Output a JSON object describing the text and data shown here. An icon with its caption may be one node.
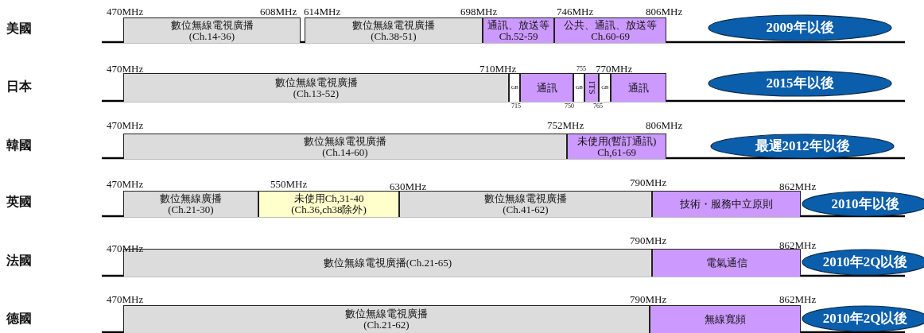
{
  "diagram": {
    "nodes": [
      {
        "text": [
          "數位無線電視廣播",
          "(Ch.14-36)"
        ]
      },
      {
        "text": [
          "數位無線電視廣播",
          "(Ch.38-51)"
        ]
      },
      {
        "text": [
          "通訊、放送等",
          "Ch.52-59"
        ]
      },
      {
        "text": [
          "公共、通訊、放送等",
          "Ch.60-69"
        ]
      },
      {
        "text": [
          "2009年以後"
        ]
      },
      {
        "text": [
          "數位無線電視廣播",
          "(Ch.13-52)"
        ]
      },
      {
        "text": [
          "GB"
        ]
      },
      {
        "text": [
          "通訊"
        ]
      },
      {
        "text": [
          "GB"
        ]
      },
      {
        "text": [
          "ITS"
        ]
      },
      {
        "text": [
          "GB"
        ]
      },
      {
        "text": [
          "通訊"
        ]
      },
      {
        "text": [
          "2015年以後"
        ]
      },
      {
        "text": [
          "數位無線電視廣播",
          "(Ch.14-60)"
        ]
      },
      {
        "text": [
          "未使用(暫訂通訊)",
          "Ch,61-69"
        ]
      },
      {
        "text": [
          "最遲2012年以後"
        ]
      },
      {
        "text": [
          "數位無線廣播",
          "(Ch.21-30)"
        ]
      },
      {
        "text": [
          "未使用Ch,31-40",
          "(Ch.36,ch38除外)"
        ]
      },
      {
        "text": [
          "數位無線電視廣播",
          "(Ch.41-62)"
        ]
      },
      {
        "text": [
          "技術・服務中立原則"
        ]
      },
      {
        "text": [
          "2010年以後"
        ]
      },
      {
        "text": [
          "數位無線電視廣播(Ch.21-65)"
        ]
      },
      {
        "text": [
          "電氣通信"
        ]
      },
      {
        "text": [
          "2010年2Q以後"
        ]
      },
      {
        "text": [
          "數位無線電視廣播",
          "(Ch.21-62)"
        ]
      },
      {
        "text": [
          "無線寬頻"
        ]
      },
      {
        "text": [
          "2010年2Q以後"
        ]
      }
    ],
    "labels": [
      "美國",
      "470MHz",
      "608MHz",
      "614MHz",
      "698MHz",
      "746MHz",
      "806MHz",
      "日本",
      "470MHz",
      "710MHz",
      "755",
      "770MHz",
      "715",
      "750",
      "765",
      "韓國",
      "470MHz",
      "752MHz",
      "806MHz",
      "英國",
      "470MHz",
      "550MHz",
      "630MHz",
      "790MHz",
      "862MHz",
      "法國",
      "470MHz",
      "790MHz",
      "862MHz",
      "德國",
      "470MHz",
      "790MHz",
      "862MHz"
    ]
  }
}
